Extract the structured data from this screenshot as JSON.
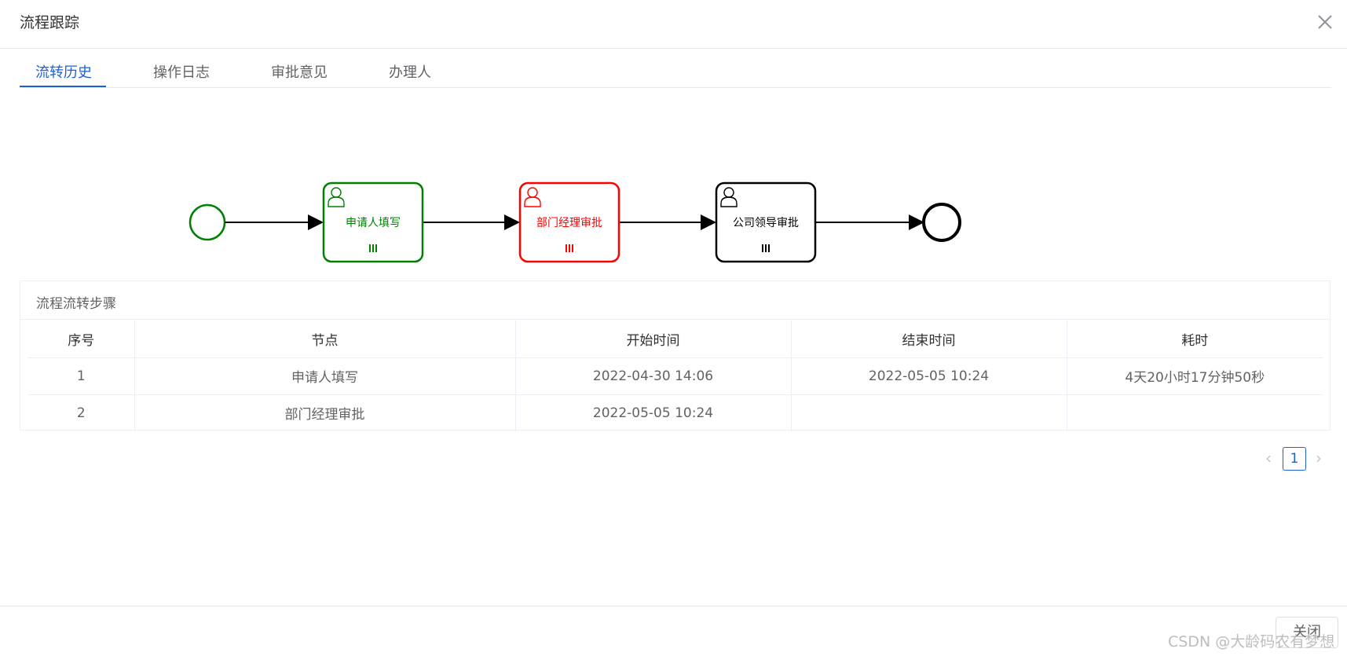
{
  "dialog": {
    "title": "流程跟踪",
    "close_label": "关闭"
  },
  "tabs": [
    {
      "label": "流转历史",
      "active": true
    },
    {
      "label": "操作日志",
      "active": false
    },
    {
      "label": "审批意见",
      "active": false
    },
    {
      "label": "办理人",
      "active": false
    }
  ],
  "diagram": {
    "tasks": [
      {
        "label": "申请人填写",
        "color": "#008000"
      },
      {
        "label": "部门经理审批",
        "color": "#ff0000"
      },
      {
        "label": "公司领导审批",
        "color": "#000000"
      }
    ],
    "start_color": "#008000",
    "end_color": "#000000"
  },
  "steps": {
    "title": "流程流转步骤",
    "columns": [
      "序号",
      "节点",
      "开始时间",
      "结束时间",
      "耗时"
    ],
    "rows": [
      [
        "1",
        "申请人填写",
        "2022-04-30 14:06",
        "2022-05-05 10:24",
        "4天20小时17分钟50秒"
      ],
      [
        "2",
        "部门经理审批",
        "2022-05-05 10:24",
        "",
        ""
      ]
    ]
  },
  "pagination": {
    "current": "1",
    "prev": "‹",
    "next": "›"
  },
  "watermark": "CSDN @大龄码农有梦想",
  "colors": {
    "accent": "#1f5fd6"
  }
}
